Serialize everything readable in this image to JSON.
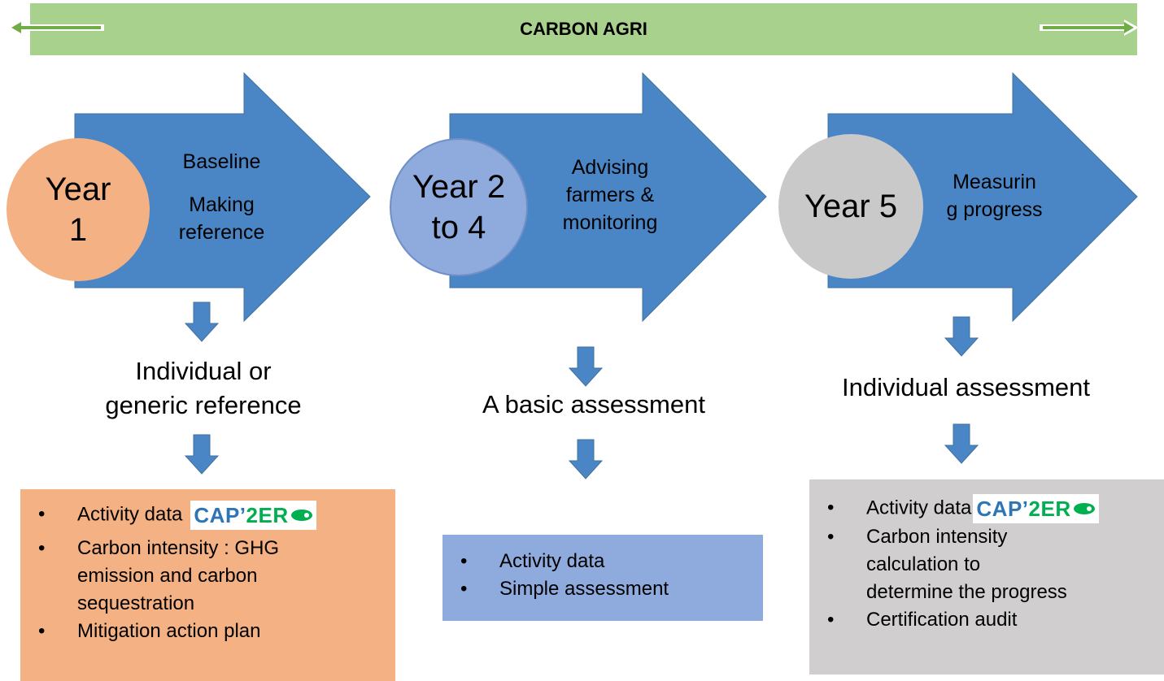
{
  "banner": {
    "title": "CARBON AGRI"
  },
  "stages": [
    {
      "circle": "Year\n1",
      "lines": [
        "Baseline",
        "Making\nreference"
      ],
      "color": "#f4b183"
    },
    {
      "circle": "Year 2\nto 4",
      "lines": [
        "Advising\nfarmers &\nmonitoring"
      ],
      "color": "#8faadc"
    },
    {
      "circle": "Year 5",
      "lines": [
        "Measurin\ng progress"
      ],
      "color": "#c9c9c9"
    }
  ],
  "outcomes": [
    "Individual or\ngeneric reference",
    "A basic assessment",
    "Individual assessment"
  ],
  "boxes": [
    {
      "color": "#f4b183",
      "items": [
        "Activity data",
        "Carbon intensity : GHG\nemission and carbon\nsequestration",
        "Mitigation action plan"
      ]
    },
    {
      "color": "#8faadc",
      "items": [
        "Activity data",
        "Simple assessment"
      ]
    },
    {
      "color": "#d0cece",
      "items": [
        "Activity data",
        "Carbon intensity\ncalculation to\ndetermine the progress",
        "Certification audit"
      ]
    }
  ],
  "logo": {
    "text_a": "CAP’",
    "text_b": "2ER"
  },
  "colors": {
    "arrow": "#4a86c5",
    "banner": "#a9d18e"
  }
}
